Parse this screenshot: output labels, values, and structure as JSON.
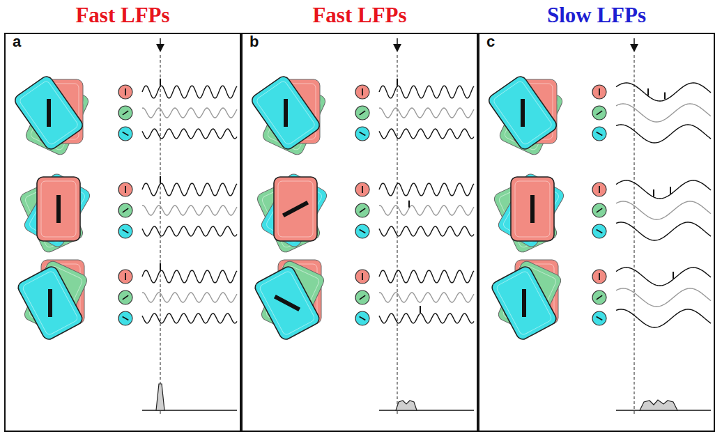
{
  "diagram": {
    "nodes": [
      {
        "text": [
          "Fast LFPs",
          "a"
        ]
      },
      {
        "text": [
          "Fast LFPs",
          "b"
        ]
      },
      {
        "text": [
          "Slow LFPs",
          "c"
        ]
      }
    ]
  }
}
